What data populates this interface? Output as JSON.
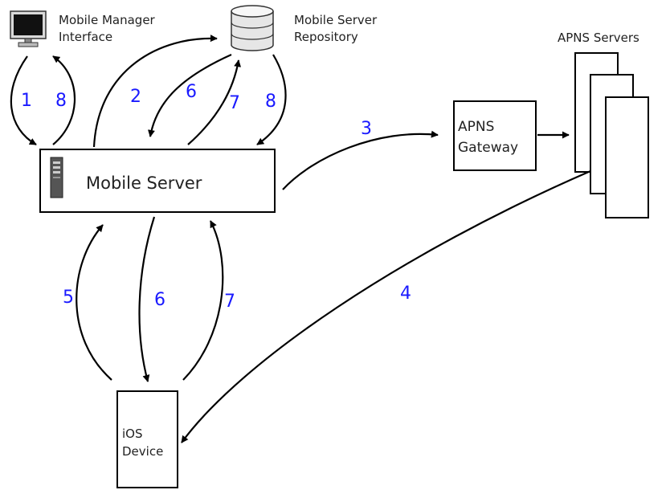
{
  "nodes": {
    "mobile_manager": [
      "Mobile Manager",
      "Interface"
    ],
    "repository": [
      "Mobile Server",
      "Repository"
    ],
    "mobile_server": "Mobile Server",
    "apns_gateway": [
      "APNS",
      "Gateway"
    ],
    "apns_servers": "APNS Servers",
    "ios_device": [
      "iOS",
      "Device"
    ]
  },
  "steps": {
    "mgr_to_server": "1",
    "server_to_mgr": "8",
    "server_to_repo": "2",
    "repo_to_server_6": "6",
    "server_to_repo_7": "7",
    "repo_to_server_8": "8",
    "server_to_gateway": "3",
    "apns_to_device": "4",
    "device_to_server": "5",
    "server_to_device": "6",
    "device_to_server_7": "7"
  },
  "icons": {
    "monitor": "monitor-icon",
    "database": "database-icon",
    "server": "server-tower-icon"
  }
}
